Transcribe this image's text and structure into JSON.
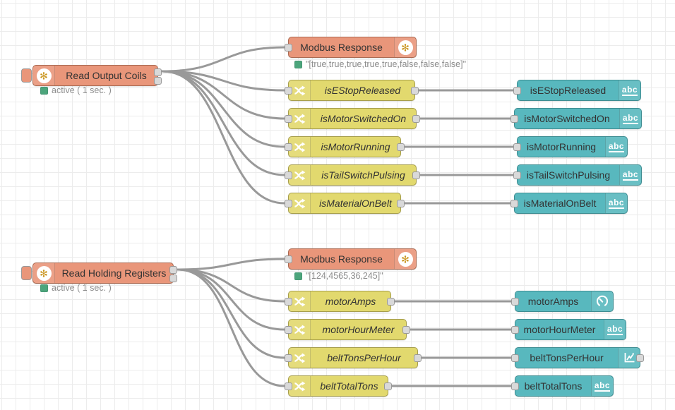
{
  "workspace": {
    "background": "#ffffff",
    "grid_color": "#ececec"
  },
  "palette_colors": {
    "modbus_node": "#E9967A",
    "switch_node": "#E2D96E",
    "dashboard_node": "#58B8BE",
    "wire": "#999999",
    "status_green": "#4CA57C",
    "status_text": "#8c8c8c",
    "port_fill": "#d9d9d9",
    "port_border": "#999999"
  },
  "icons": {
    "abc": "abc",
    "modbus_star": "✻"
  },
  "nodes": {
    "readOutputCoils": {
      "label": "Read Output Coils",
      "status": "active ( 1 sec. )"
    },
    "modbusResponseCoils": {
      "label": "Modbus Response",
      "status": "\"[true,true,true,true,true,false,false,false]\""
    },
    "swIsEStopReleased": {
      "label": "isEStopReleased"
    },
    "swIsMotorSwitchedOn": {
      "label": "isMotorSwitchedOn"
    },
    "swIsMotorRunning": {
      "label": "isMotorRunning"
    },
    "swIsTailSwitchPulsing": {
      "label": "isTailSwitchPulsing"
    },
    "swIsMaterialOnBelt": {
      "label": "isMaterialOnBelt"
    },
    "uiIsEStopReleased": {
      "label": "isEStopReleased"
    },
    "uiIsMotorSwitchedOn": {
      "label": "isMotorSwitchedOn"
    },
    "uiIsMotorRunning": {
      "label": "isMotorRunning"
    },
    "uiIsTailSwitchPulsing": {
      "label": "isTailSwitchPulsing"
    },
    "uiIsMaterialOnBelt": {
      "label": "isMaterialOnBelt"
    },
    "readHoldingRegisters": {
      "label": "Read Holding Registers",
      "status": "active ( 1 sec. )"
    },
    "modbusResponseRegisters": {
      "label": "Modbus Response",
      "status": "\"[124,4565,36,245]\""
    },
    "swMotorAmps": {
      "label": "motorAmps"
    },
    "swMotorHourMeter": {
      "label": "motorHourMeter"
    },
    "swBeltTonsPerHour": {
      "label": "beltTonsPerHour"
    },
    "swBeltTotalTons": {
      "label": "beltTotalTons"
    },
    "uiMotorAmps": {
      "label": "motorAmps"
    },
    "uiMotorHourMeter": {
      "label": "motorHourMeter"
    },
    "uiBeltTonsPerHour": {
      "label": "beltTonsPerHour"
    },
    "uiBeltTotalTons": {
      "label": "beltTotalTons"
    }
  }
}
